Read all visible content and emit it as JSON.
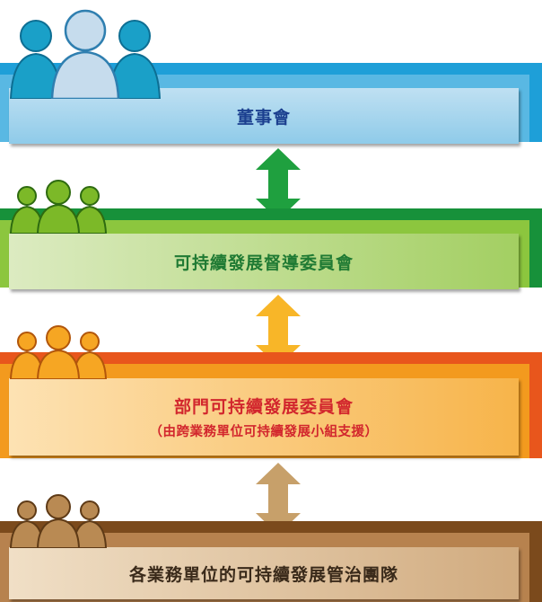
{
  "tiers": [
    {
      "title": "董事會",
      "colors": {
        "back": "#1e9fd8",
        "mid": "#59b8e3",
        "front_top": "#bfe0f2",
        "front_bottom": "#8fcbe9",
        "text": "#1b3f8f",
        "people_main": "#c6dced",
        "people_side": "#1aa0c8"
      }
    },
    {
      "title": "可持續發展督導委員會",
      "colors": {
        "back": "#17913a",
        "mid": "#8cc63e",
        "front_top": "#dcebc1",
        "front_bottom": "#a3cf62",
        "text": "#1f7a33",
        "people": "#7cb928"
      }
    },
    {
      "title": "部門可持續發展委員會",
      "subtitle": "（由跨業務單位可持續發展小組支援）",
      "colors": {
        "back": "#e8561c",
        "mid": "#f39a1e",
        "front_top": "#fde2b3",
        "front_bottom": "#f7b44a",
        "text": "#d2262d",
        "people": "#f6a623"
      }
    },
    {
      "title": "各業務單位的可持續發展管治團隊",
      "colors": {
        "back": "#7b4a1c",
        "mid": "#b7824e",
        "front_top": "#f0dfc6",
        "front_bottom": "#d1ab7f",
        "text": "#3a2a1a",
        "people": "#b98a53"
      }
    }
  ],
  "arrows": [
    {
      "color": "#1fa03f"
    },
    {
      "color": "#f8b628"
    },
    {
      "color": "#c7a06a"
    }
  ]
}
